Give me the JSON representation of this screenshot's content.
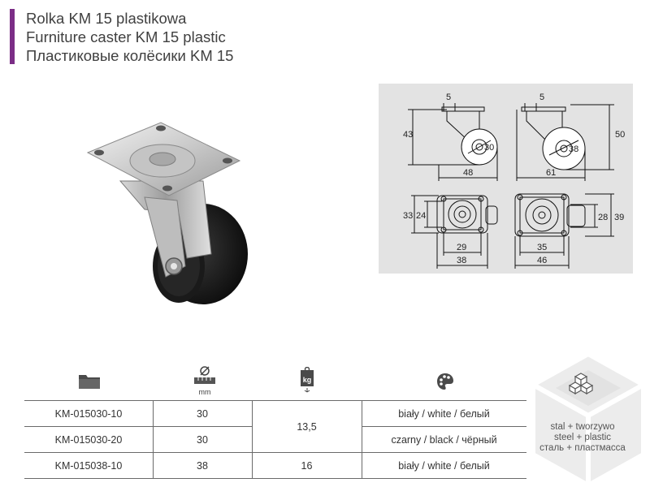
{
  "header": {
    "title_pl": "Rolka KM 15 plastikowa",
    "title_en": "Furniture caster KM 15 plastic",
    "title_ru": "Пластиковые колёсики KM 15",
    "accent_color": "#7b2d86"
  },
  "drawing": {
    "dims": {
      "top_left_plate": "5",
      "top_left_height": "43",
      "top_left_width": "48",
      "top_left_wheel": "30",
      "top_right_plate": "5",
      "top_right_height": "50",
      "top_right_width": "61",
      "top_right_wheel": "38",
      "bot_left_outer_h": "33",
      "bot_left_inner_h": "24",
      "bot_left_inner_w": "29",
      "bot_left_outer_w": "38",
      "bot_right_inner_h": "28",
      "bot_right_outer_h": "39",
      "bot_right_inner_w": "35",
      "bot_right_outer_w": "46"
    }
  },
  "table": {
    "icons": {
      "code": "folder-icon",
      "diameter": "diameter-icon",
      "diameter_unit": "mm",
      "load": "weight-icon",
      "load_unit": "kg",
      "color": "palette-icon",
      "material": "cube-icon"
    },
    "rows": [
      {
        "code": "KM-015030-10",
        "diameter": "30",
        "color": "biały / white / белый"
      },
      {
        "code": "KM-015030-20",
        "diameter": "30",
        "color": "czarny / black / чёрный"
      },
      {
        "code": "KM-015038-10",
        "diameter": "38",
        "load": "16",
        "color": "biały / white / белый"
      }
    ],
    "load_shared": "13,5",
    "material_lines": [
      "stal + tworzywo",
      "steel + plastic",
      "сталь + пластмасса"
    ]
  }
}
